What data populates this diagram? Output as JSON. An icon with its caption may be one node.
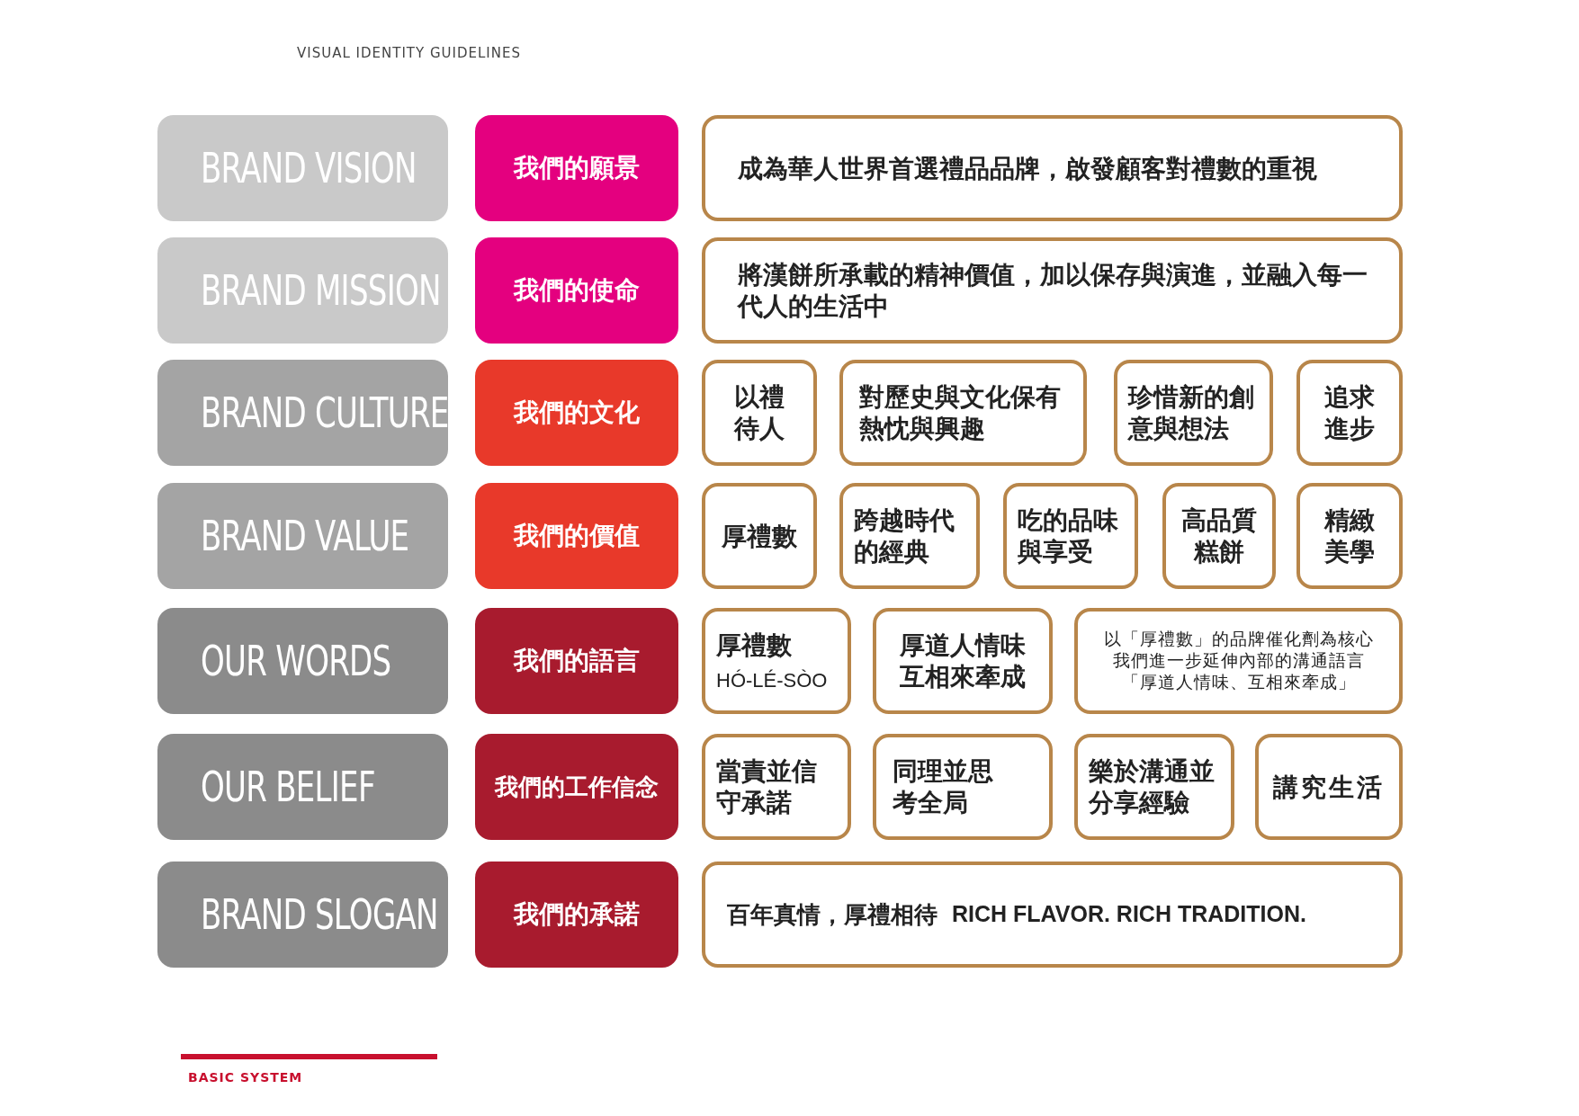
{
  "diagram": {
    "nodes": [
      {
        "text": [
          "BRAND VISION"
        ]
      },
      {
        "text": [
          "我們的願景"
        ]
      },
      {
        "text": [
          "成為華人世界首選禮品品牌，啟發顧客對禮數的重視"
        ]
      },
      {
        "text": [
          "BRAND MISSION"
        ]
      },
      {
        "text": [
          "我們的使命"
        ]
      },
      {
        "text": [
          "將漢餅所承載的精神價值，加以保存與演進，並融入每一代人的生活中"
        ]
      },
      {
        "text": [
          "BRAND CULTURE"
        ]
      },
      {
        "text": [
          "我們的文化"
        ]
      },
      {
        "text": [
          "以禮待人"
        ]
      },
      {
        "text": [
          "對歷史與文化保有熱忱與興趣"
        ]
      },
      {
        "text": [
          "珍惜新的創意與想法"
        ]
      },
      {
        "text": [
          "追求進步"
        ]
      },
      {
        "text": [
          "BRAND VALUE"
        ]
      },
      {
        "text": [
          "我們的價值"
        ]
      },
      {
        "text": [
          "厚禮數"
        ]
      },
      {
        "text": [
          "跨越時代的經典"
        ]
      },
      {
        "text": [
          "吃的品味與享受"
        ]
      },
      {
        "text": [
          "高品質糕餅"
        ]
      },
      {
        "text": [
          "精緻美學"
        ]
      },
      {
        "text": [
          "OUR WORDS"
        ]
      },
      {
        "text": [
          "我們的語言"
        ]
      },
      {
        "text": [
          "厚禮數",
          "HÓ-LÉ-SÒO"
        ]
      },
      {
        "text": [
          "厚道人情味互相來牽成"
        ]
      },
      {
        "text": [
          "以「厚禮數」的品牌催化劑為核心我們進一步延伸內部的溝通語言「厚道人情味、互相來牽成」"
        ]
      },
      {
        "text": [
          "OUR BELIEF"
        ]
      },
      {
        "text": [
          "我們的工作信念"
        ]
      },
      {
        "text": [
          "當責並信守承諾"
        ]
      },
      {
        "text": [
          "同理並思考全局"
        ]
      },
      {
        "text": [
          "樂於溝通並分享經驗"
        ]
      },
      {
        "text": [
          "講究生活"
        ]
      },
      {
        "text": [
          "BRAND SLOGAN"
        ]
      },
      {
        "text": [
          "我們的承諾"
        ]
      },
      {
        "text": [
          "百年真情，厚禮相待",
          "RICH FLAVOR. RICH TRADITION."
        ]
      }
    ],
    "labels": [
      "VISUAL IDENTITY GUIDELINES",
      "BASIC SYSTEM"
    ]
  }
}
